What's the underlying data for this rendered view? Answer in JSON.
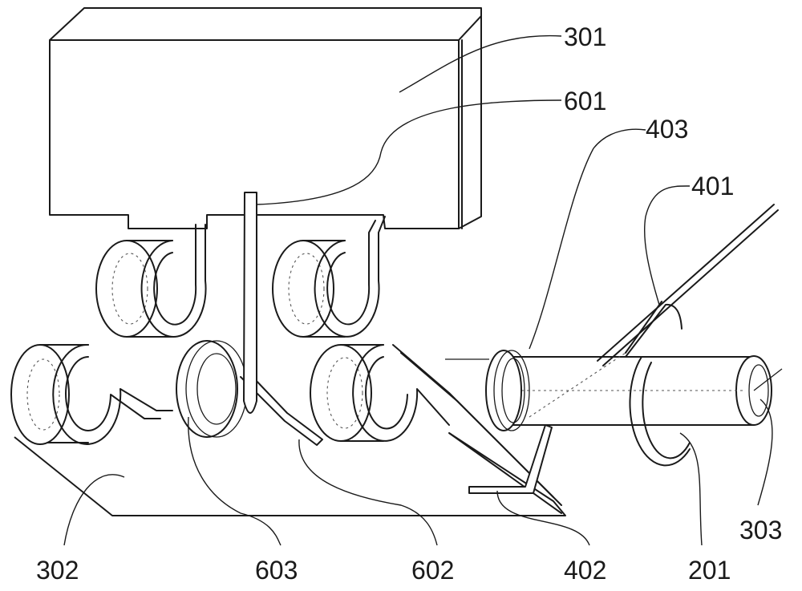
{
  "labels": {
    "l301": "301",
    "l601": "601",
    "l403": "403",
    "l401": "401",
    "l302": "302",
    "l603": "603",
    "l602": "602",
    "l402": "402",
    "l201": "201",
    "l303": "303"
  },
  "colors": {
    "ink": "#1a1a1a",
    "background": "#ffffff"
  }
}
